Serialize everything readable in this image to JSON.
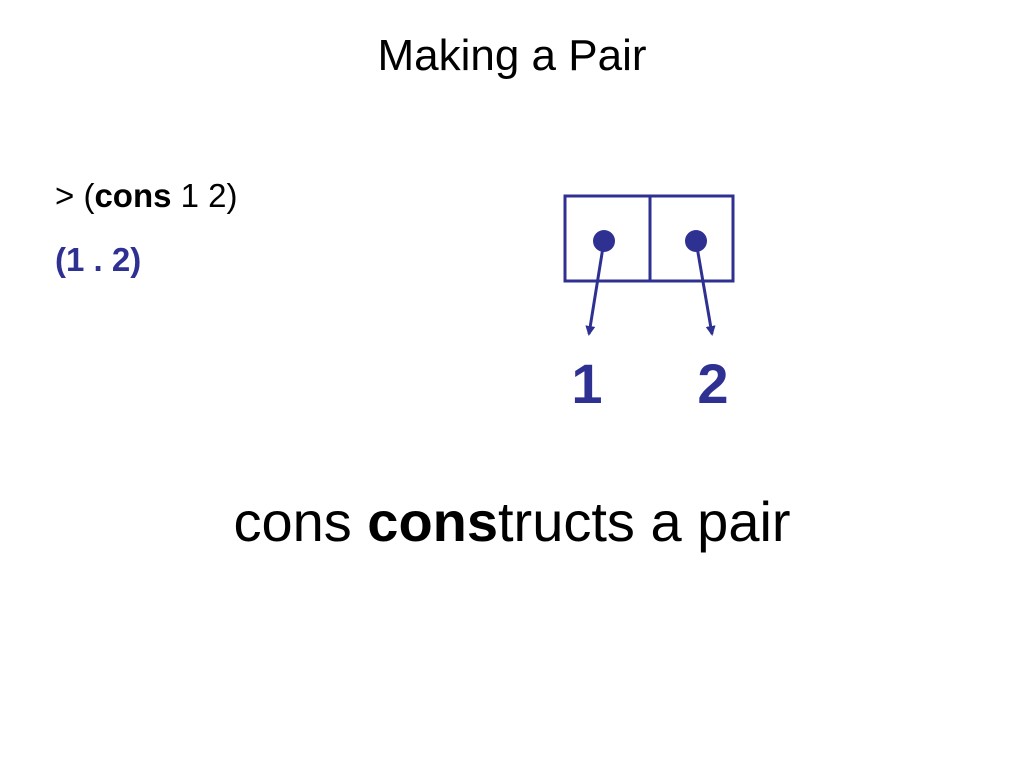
{
  "title": "Making a Pair",
  "code": {
    "prompt": "> (",
    "keyword": "cons",
    "args": " 1 2)",
    "result": "(1 . 2)"
  },
  "diagram": {
    "car_value": "1",
    "cdr_value": "2",
    "accent_color": "#2e3192"
  },
  "caption": {
    "word": "cons ",
    "bold_part": "cons",
    "rest": "tructs a pair"
  }
}
